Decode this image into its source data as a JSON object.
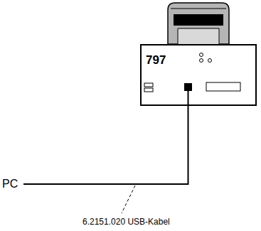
{
  "diagram": {
    "nodes": [
      {
        "text": [
          "797"
        ]
      }
    ],
    "labels": [
      "PC",
      "6.2151.020 USB-Kabel"
    ]
  }
}
